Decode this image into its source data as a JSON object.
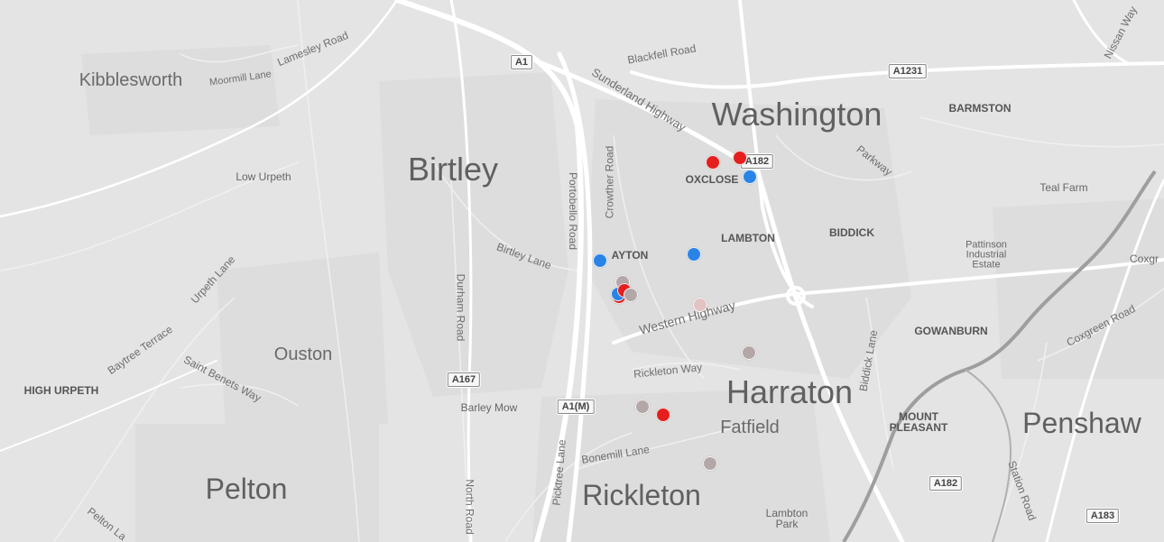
{
  "colors": {
    "background": "#e4e4e4",
    "roads_major": "#ffffff",
    "river": "#a0a0a0",
    "marker_red": "#e61e1e",
    "marker_blue": "#2a84e8",
    "marker_grey": "#b4a7a7",
    "marker_pink": "#e3c3c3"
  },
  "labels": {
    "washington": "Washington",
    "birtley": "Birtley",
    "harraton": "Harraton",
    "penshaw": "Penshaw",
    "pelton": "Pelton",
    "rickleton": "Rickleton",
    "kibblesworth": "Kibblesworth",
    "ouston": "Ouston",
    "fatfield": "Fatfield",
    "low_urpeth": "Low Urpeth",
    "teal_farm": "Teal Farm",
    "barley_mow": "Barley Mow",
    "lambton_park": "Lambton\nPark",
    "pattinson": "Pattinson\nIndustrial\nEstate",
    "coxgr": "Coxgr",
    "oxclose": "OXCLOSE",
    "lambton": "LAMBTON",
    "biddick": "BIDDICK",
    "barmston": "BARMSTON",
    "gowanburn": "GOWANBURN",
    "mount_pleasant": "MOUNT\nPLEASANT",
    "high_urpeth": "HIGH URPETH",
    "ayton": "AYTON"
  },
  "roads": {
    "lamesley_road": "Lamesley Road",
    "moormill_lane": "Moormill Lane",
    "blackfell_road": "Blackfell Road",
    "sunderland_highway": "Sunderland Highway",
    "parkway": "Parkway",
    "nissan_way": "Nissan Way",
    "crowther_road": "Crowther Road",
    "portobello_road": "Portobello Road",
    "birtley_lane": "Birtley Lane",
    "durham_road": "Durham Road",
    "urpeth_lane": "Urpeth Lane",
    "baytree_terrace": "Baytree Terrace",
    "saint_benets_way": "Saint Benets Way",
    "western_highway": "Western Highway",
    "rickleton_way": "Rickleton Way",
    "biddick_lane": "Biddick Lane",
    "coxgreen_road": "Coxgreen Road",
    "bonemill_lane": "Bonemill Lane",
    "picktree_lane": "Picktree Lane",
    "north_road": "North Road",
    "station_road": "Station Road",
    "pelton_la": "Pelton La"
  },
  "shields": {
    "a1": "A1",
    "a1231": "A1231",
    "a182_top": "A182",
    "a167": "A167",
    "a1m": "A1(M)",
    "a182_bottom": "A182",
    "a183": "A183"
  },
  "markers": [
    {
      "color": "red"
    },
    {
      "color": "red"
    },
    {
      "color": "blue"
    },
    {
      "color": "blue"
    },
    {
      "color": "blue"
    },
    {
      "color": "grey"
    },
    {
      "color": "red"
    },
    {
      "color": "blue"
    },
    {
      "color": "red"
    },
    {
      "color": "grey"
    },
    {
      "color": "pink"
    },
    {
      "color": "grey"
    },
    {
      "color": "grey"
    },
    {
      "color": "red"
    },
    {
      "color": "grey"
    }
  ]
}
